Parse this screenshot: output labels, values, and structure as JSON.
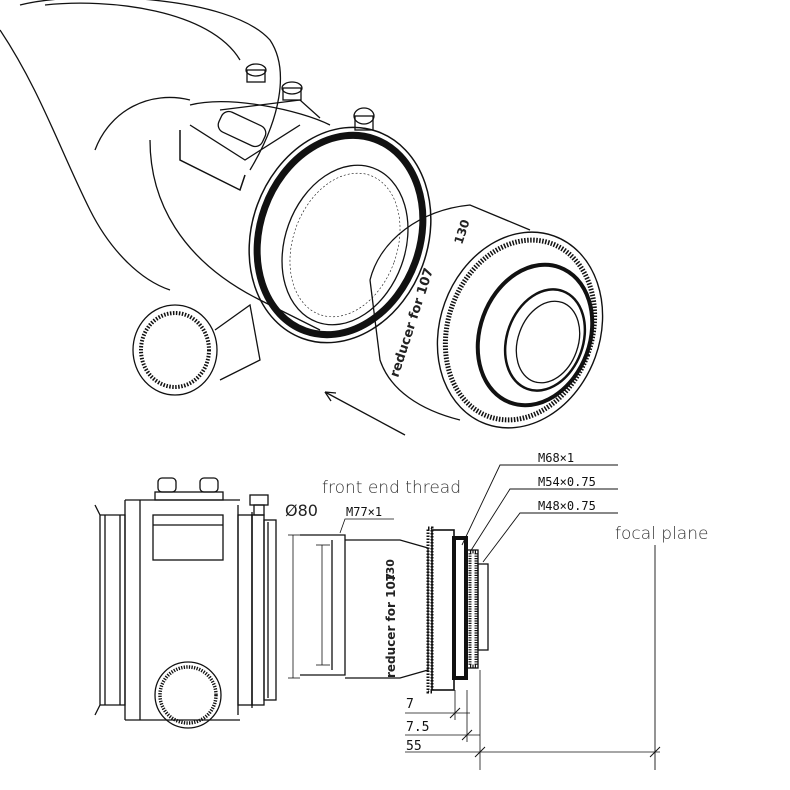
{
  "labels": {
    "front_end_thread": "front end thread",
    "diameter": "Ø80",
    "m77": "M77×1",
    "m68": "M68×1",
    "m54": "M54×0.75",
    "m48": "M48×0.75",
    "focal_plane": "focal plane",
    "dim_7": "7",
    "dim_7_5": "7.5",
    "dim_55": "55"
  },
  "reducer_text": {
    "model": "reducer for 107",
    "number": "130"
  }
}
